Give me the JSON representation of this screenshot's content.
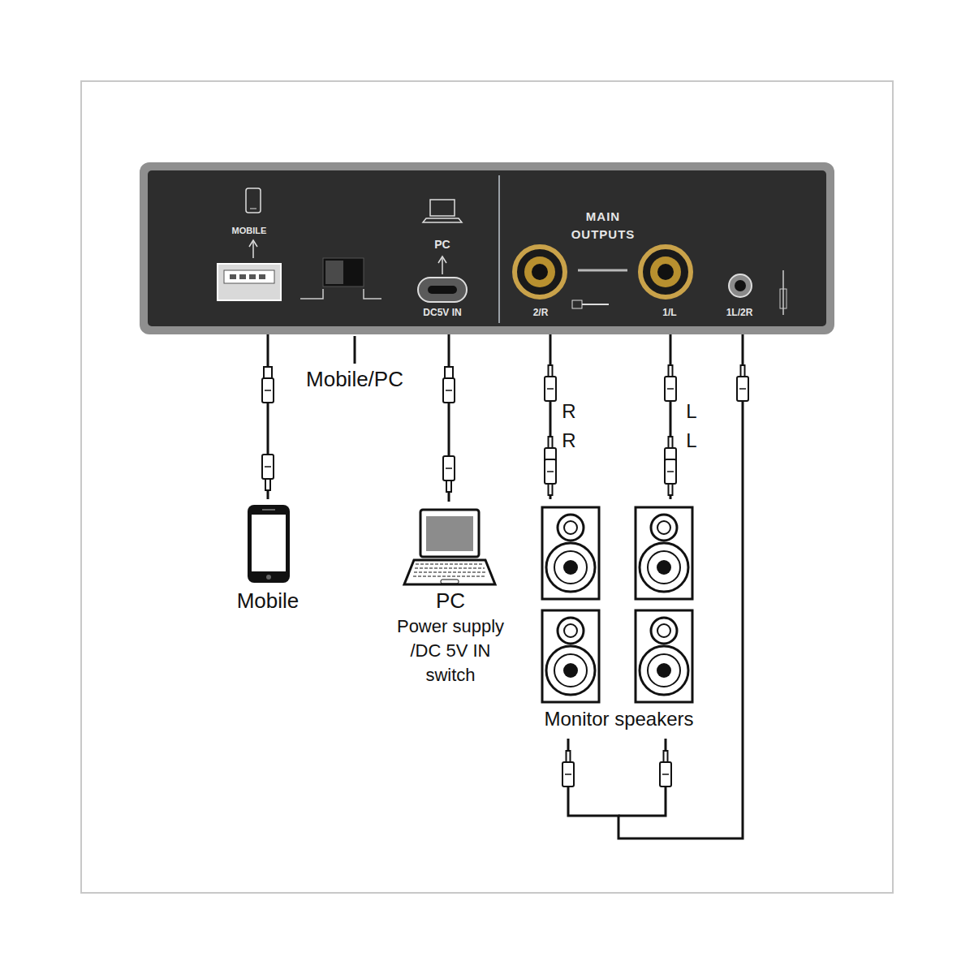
{
  "diagram": {
    "nodes": [
      {
        "text": [
          "MAIN OUTPUTS"
        ]
      },
      {
        "text": [
          "MOBILE"
        ],
        "in": 0
      },
      {
        "text": [
          "PC",
          "DC5V IN"
        ],
        "in": 0
      },
      {
        "text": [
          "2/R"
        ],
        "in": 0
      },
      {
        "text": [
          "1/L"
        ],
        "in": 0
      },
      {
        "text": [
          "1L/2R"
        ],
        "in": 0
      },
      {
        "text": [
          "Mobile"
        ]
      },
      {
        "text": [
          "PC",
          "Power supply /DC 5V IN switch"
        ]
      },
      {
        "text": [
          "Monitor speakers"
        ]
      }
    ],
    "edges": [
      {
        "from": 1,
        "to": 6,
        "arrow": "none"
      },
      {
        "from": 2,
        "to": 7,
        "arrow": "none"
      },
      {
        "from": 3,
        "to": 8,
        "arrow": "none"
      },
      {
        "from": 4,
        "to": 8,
        "arrow": "none"
      },
      {
        "from": 5,
        "to": 8,
        "arrow": "none"
      }
    ],
    "labels": [
      "Mobile/PC",
      "R",
      "R",
      "L",
      "L"
    ]
  }
}
